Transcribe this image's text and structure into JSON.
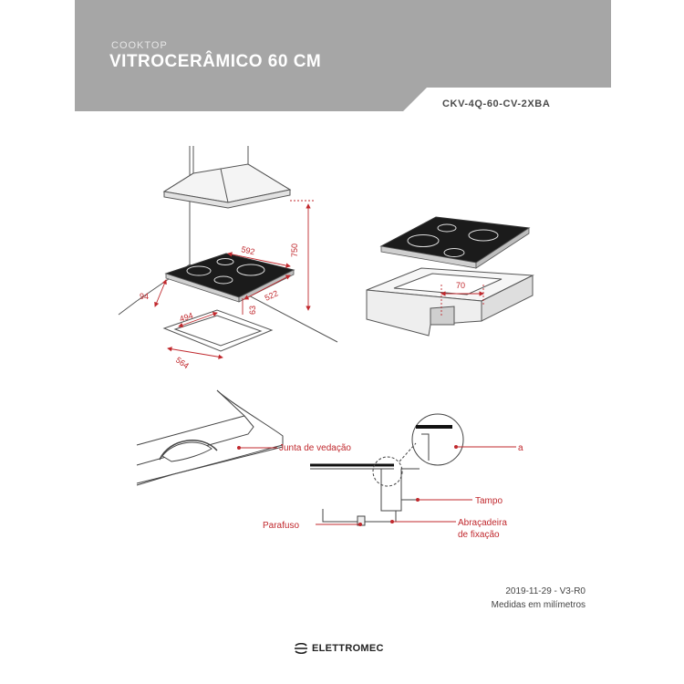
{
  "header": {
    "kicker": "COOKTOP",
    "title": "VITROCERÂMICO 60 CM",
    "model": "CKV-4Q-60-CV-2XBA"
  },
  "dimensions": {
    "hood_height": "750",
    "cooktop_width": "592",
    "cooktop_depth": "522",
    "wall_distance": "94",
    "cooktop_thickness": "63",
    "cutout_depth": "494",
    "cutout_width": "564",
    "cutout_clearance": "70"
  },
  "labels": {
    "gasket": "Junta de vedação",
    "detail_a": "a",
    "countertop": "Tampo",
    "screw": "Parafuso",
    "clamp_line1": "Abraçadeira",
    "clamp_line2": "de fixação"
  },
  "footer": {
    "version": "2019-11-29 - V3-R0",
    "units": "Medidas em milímetros",
    "brand": "ELETTROMEC"
  },
  "colors": {
    "header_bg": "#a6a6a6",
    "accent": "#c0282d",
    "line": "#555555"
  }
}
